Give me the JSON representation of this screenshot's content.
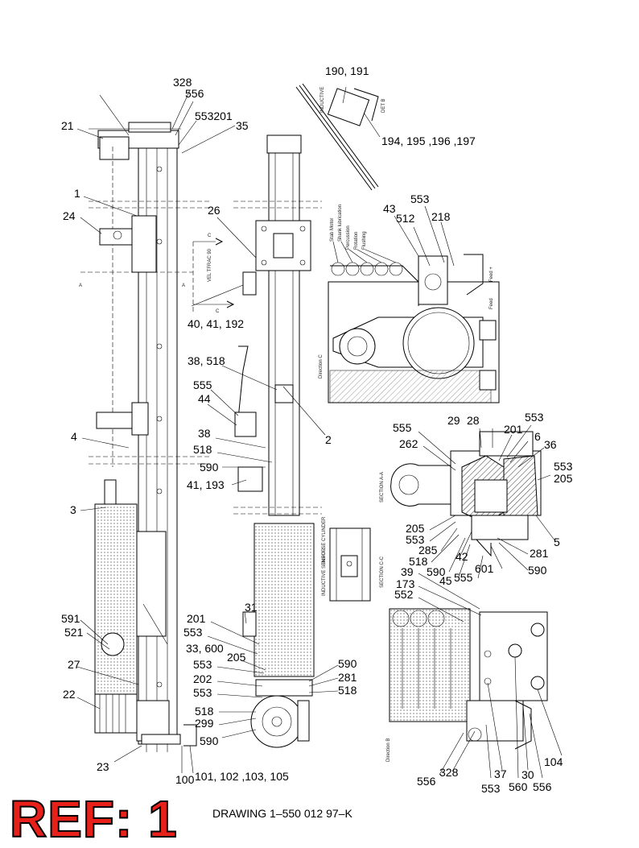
{
  "ref_title": "REF: 1",
  "drawing_number": "DRAWING 1–550 012 97–K",
  "callouts": {
    "c328_top": "328",
    "c556_top": "556",
    "c553_201": "553201",
    "c35": "35",
    "c21": "21",
    "c1": "1",
    "c24": "24",
    "c26": "26",
    "c40": "40, 41, 192",
    "c38_518": "38, 518",
    "c555_l": "555",
    "c44": "44",
    "c2": "2",
    "c4": "4",
    "c38": "38",
    "c518_l": "518",
    "c590_l": "590",
    "c41_193": "41, 193",
    "c3": "3",
    "c591": "591",
    "c521": "521",
    "c31": "31",
    "c201_m": "201",
    "c553_m": "553",
    "c33": "33, 600",
    "c205_m": "205",
    "c27": "27",
    "c553_b": "553",
    "c202": "202",
    "c553_b2": "553",
    "c22": "22",
    "c518_b": "518",
    "c299": "299",
    "c590_b": "590",
    "c590_r": "590",
    "c281_r": "281",
    "c518_r": "518",
    "c23": "23",
    "c100": "100",
    "c101": "101, 102 ,103, 105",
    "c190": "190, 191",
    "c194": "194, 195 ,196 ,197",
    "c553_t": "553",
    "c43": "43",
    "c512": "512",
    "c218": "218",
    "c555_s": "555",
    "c262": "262",
    "c29": "29",
    "c28": "28",
    "c553_s": "553",
    "c201_s": "201",
    "c6": "6",
    "c36": "36",
    "c553_s2": "553",
    "c205_s": "205",
    "c205_s2": "205",
    "c553_s3": "553",
    "c285": "285",
    "c518_s": "518",
    "c42": "42",
    "c590_s": "590",
    "c45": "45",
    "c555_s2": "555",
    "c601": "601",
    "c281_s": "281",
    "c590_s2": "590",
    "c5": "5",
    "c39": "39",
    "c173": "173",
    "c552": "552",
    "c556_bb": "556",
    "c328_bb": "328",
    "c553_bb": "553",
    "c37": "37",
    "c560": "560",
    "c30": "30",
    "c556_bb2": "556",
    "c104": "104"
  },
  "view_notes": {
    "inductive": "INDUCTIVE",
    "det_b": "DET B",
    "direction_c": "Direction C",
    "section_aa": "SECTION A-A",
    "section_cc": "SECTION C-C",
    "direction_b": "Direction B",
    "impulse_cylinder": "IMPULSE CYLINDER",
    "inductive_sensor": "INDUCTIVE SENSOR",
    "hoses": [
      "Stab Motor",
      "Shank lubrication",
      "Percussion",
      "Rotation",
      "Flushing"
    ],
    "feed": "Feed",
    "feed_plus": "Feed +",
    "veltpk": "VEL TFRAC 90"
  }
}
